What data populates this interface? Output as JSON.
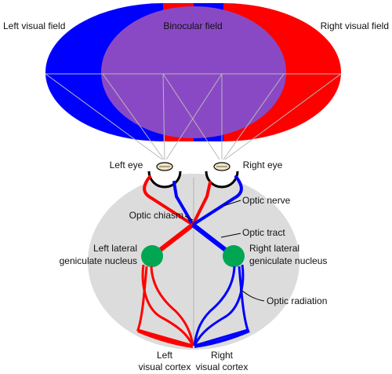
{
  "labels": {
    "left_visual_field": "Left visual field",
    "binocular_field": "Binocular field",
    "right_visual_field": "Right visual field",
    "left_eye": "Left eye",
    "right_eye": "Right eye",
    "optic_nerve": "Optic nerve",
    "optic_chiasm": "Optic chiasm",
    "optic_tract": "Optic tract",
    "left_lgn_line1": "Left lateral",
    "left_lgn_line2": "geniculate nucleus",
    "right_lgn_line1": "Right lateral",
    "right_lgn_line2": "geniculate nucleus",
    "optic_radiation": "Optic radiation",
    "left_cortex_line1": "Left",
    "left_cortex_line2": "visual cortex",
    "right_cortex_line1": "Right",
    "right_cortex_line2": "visual cortex"
  },
  "colors": {
    "left_field": "#0000ff",
    "right_field": "#ff0000",
    "binocular": "#8a49c4",
    "head": "#dcdcdc",
    "nucleus": "#00a651",
    "projection_lines": "#b8b8b8"
  }
}
